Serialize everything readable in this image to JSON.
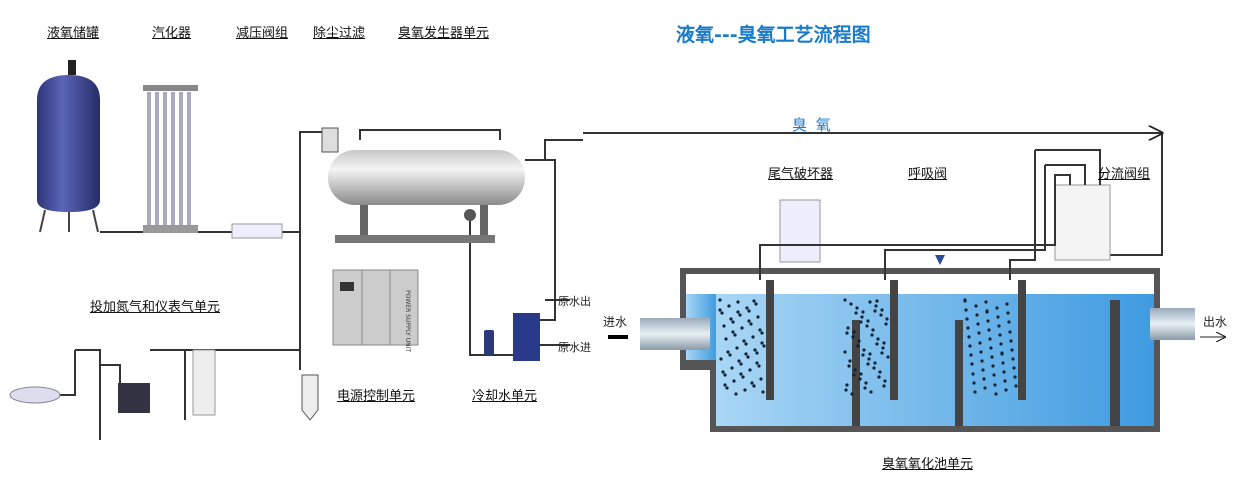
{
  "title": "液氧---臭氧工艺流程图",
  "top_labels": [
    "液氧储罐",
    "汽化器",
    "减压阀组",
    "除尘过滤",
    "臭氧发生器单元"
  ],
  "ozone_line_label": "臭 氧",
  "units": {
    "tail_gas": "尾气破坏器",
    "breath_valve": "呼吸阀",
    "split_valve": "分流阀组",
    "nitrogen": "投加氮气和仪表气单元",
    "power": "电源控制单元",
    "cooling": "冷却水单元",
    "pool": "臭氧氧化池单元"
  },
  "small_labels": {
    "raw_out": "原水出",
    "raw_in": "原水进",
    "inlet": "进水",
    "outlet": "出水",
    "cabinet_text": "POWER SUPPLY UNIT"
  },
  "colors": {
    "title": "#1a7bc8",
    "water": "#5aaee8",
    "equipment": "#3b4a9a",
    "pipe": "#333333"
  }
}
